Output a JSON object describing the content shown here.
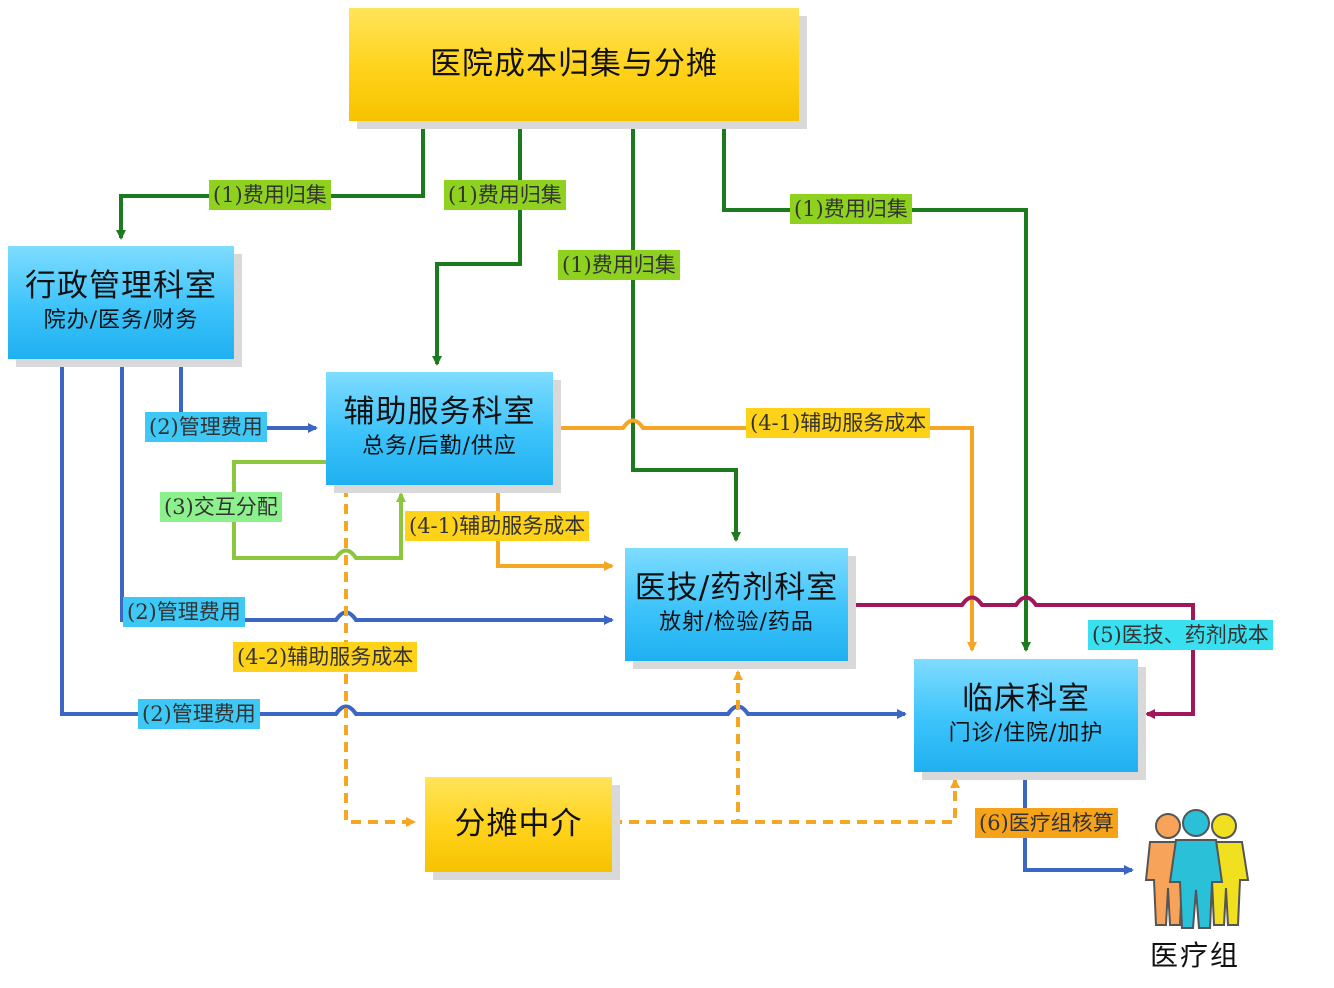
{
  "nodes": {
    "top": {
      "title": "医院成本归集与分摊"
    },
    "admin": {
      "title": "行政管理科室",
      "subtitle": "院办/医务/财务"
    },
    "aux": {
      "title": "辅助服务科室",
      "subtitle": "总务/后勤/供应"
    },
    "medtech": {
      "title": "医技/药剂科室",
      "subtitle": "放射/检验/药品"
    },
    "clinical": {
      "title": "临床科室",
      "subtitle": "门诊/住院/加护"
    },
    "intermediary": {
      "title": "分摊中介"
    },
    "team": {
      "title": "医疗组"
    }
  },
  "labels": {
    "collect_admin": "(1)费用归集",
    "collect_aux": "(1)费用归集",
    "collect_medtech": "(1)费用归集",
    "collect_clinical": "(1)费用归集",
    "mgmt_aux": "(2)管理费用",
    "mgmt_medtech": "(2)管理费用",
    "mgmt_clinical": "(2)管理费用",
    "interaction": "(3)交互分配",
    "aux_cost_clinical": "(4-1)辅助服务成本",
    "aux_cost_medtech": "(4-1)辅助服务成本",
    "aux_cost_intermediary": "(4-2)辅助服务成本",
    "medtech_cost": "(5)医技、药剂成本",
    "team_accounting": "(6)医疗组核算"
  },
  "colors": {
    "collect": "#1e7a1e",
    "mgmt": "#3b66c4",
    "interaction": "#8cc63f",
    "aux_cost": "#f5a623",
    "medtech_cost": "#a0185a",
    "person_orange": "#f7a35a",
    "person_cyan": "#2ac0d8",
    "person_yellow": "#f0e020"
  }
}
